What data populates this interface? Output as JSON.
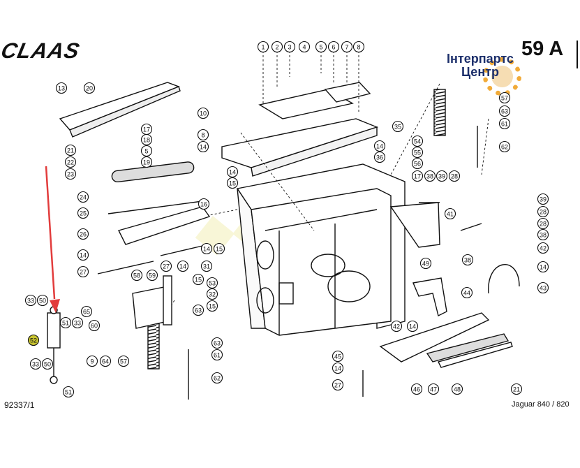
{
  "header": {
    "brand": "CLAAS",
    "page_code": "59 A",
    "badge_line1": "Інтерпартс",
    "badge_line2": "Центр"
  },
  "footer": {
    "drawing_number": "92337/1",
    "model": "Jaguar 840 / 820"
  },
  "callouts": [
    {
      "id": "c1",
      "label": "1"
    },
    {
      "id": "c2",
      "label": "2"
    },
    {
      "id": "c3",
      "label": "3"
    },
    {
      "id": "c4",
      "label": "4"
    },
    {
      "id": "c5",
      "label": "5"
    },
    {
      "id": "c6",
      "label": "6"
    },
    {
      "id": "c7",
      "label": "7"
    },
    {
      "id": "c8",
      "label": "8"
    },
    {
      "id": "c10",
      "label": "10"
    },
    {
      "id": "c8b",
      "label": "8"
    },
    {
      "id": "c14a",
      "label": "14"
    },
    {
      "id": "c13",
      "label": "13"
    },
    {
      "id": "c20",
      "label": "20"
    },
    {
      "id": "c17",
      "label": "17"
    },
    {
      "id": "c18",
      "label": "18"
    },
    {
      "id": "c5b",
      "label": "5"
    },
    {
      "id": "c21",
      "label": "21"
    },
    {
      "id": "c19",
      "label": "19"
    },
    {
      "id": "c22",
      "label": "22"
    },
    {
      "id": "c23",
      "label": "23"
    },
    {
      "id": "c35",
      "label": "35"
    },
    {
      "id": "c14b",
      "label": "14"
    },
    {
      "id": "c36",
      "label": "36"
    },
    {
      "id": "c54",
      "label": "54"
    },
    {
      "id": "c55",
      "label": "55"
    },
    {
      "id": "c56",
      "label": "56"
    },
    {
      "id": "c17b",
      "label": "17"
    },
    {
      "id": "c14c",
      "label": "14"
    },
    {
      "id": "c15a",
      "label": "15"
    },
    {
      "id": "c24",
      "label": "24"
    },
    {
      "id": "c25",
      "label": "25"
    },
    {
      "id": "c26",
      "label": "26"
    },
    {
      "id": "c16",
      "label": "16"
    },
    {
      "id": "c14d",
      "label": "14"
    },
    {
      "id": "c14e",
      "label": "14"
    },
    {
      "id": "c15b",
      "label": "15"
    },
    {
      "id": "c27a",
      "label": "27"
    },
    {
      "id": "c27b",
      "label": "27"
    },
    {
      "id": "c14f",
      "label": "14"
    },
    {
      "id": "c57a",
      "label": "57"
    },
    {
      "id": "c63a",
      "label": "63"
    },
    {
      "id": "c61a",
      "label": "61"
    },
    {
      "id": "c62a",
      "label": "62"
    },
    {
      "id": "c38a",
      "label": "38"
    },
    {
      "id": "c39a",
      "label": "39"
    },
    {
      "id": "c28a",
      "label": "28"
    },
    {
      "id": "c41",
      "label": "41"
    },
    {
      "id": "c39b",
      "label": "39"
    },
    {
      "id": "c28b",
      "label": "28"
    },
    {
      "id": "c28c",
      "label": "28"
    },
    {
      "id": "c38b",
      "label": "38"
    },
    {
      "id": "c42a",
      "label": "42"
    },
    {
      "id": "c38c",
      "label": "38"
    },
    {
      "id": "c14g",
      "label": "14"
    },
    {
      "id": "c43",
      "label": "43"
    },
    {
      "id": "c31",
      "label": "31"
    },
    {
      "id": "c53",
      "label": "53"
    },
    {
      "id": "c32",
      "label": "32"
    },
    {
      "id": "c15c",
      "label": "15"
    },
    {
      "id": "c58",
      "label": "58"
    },
    {
      "id": "c59",
      "label": "59"
    },
    {
      "id": "c15d",
      "label": "15"
    },
    {
      "id": "c63b",
      "label": "63"
    },
    {
      "id": "c65",
      "label": "65"
    },
    {
      "id": "c60",
      "label": "60"
    },
    {
      "id": "c9",
      "label": "9"
    },
    {
      "id": "c64",
      "label": "64"
    },
    {
      "id": "c57b",
      "label": "57"
    },
    {
      "id": "c63c",
      "label": "63"
    },
    {
      "id": "c61b",
      "label": "61"
    },
    {
      "id": "c62b",
      "label": "62"
    },
    {
      "id": "c33a",
      "label": "33"
    },
    {
      "id": "c50",
      "label": "50"
    },
    {
      "id": "c51a",
      "label": "51"
    },
    {
      "id": "c33b",
      "label": "33"
    },
    {
      "id": "c52",
      "label": "52"
    },
    {
      "id": "c33c",
      "label": "33"
    },
    {
      "id": "c50b",
      "label": "50"
    },
    {
      "id": "c51b",
      "label": "51"
    },
    {
      "id": "c49",
      "label": "49"
    },
    {
      "id": "c44",
      "label": "44"
    },
    {
      "id": "c42b",
      "label": "42"
    },
    {
      "id": "c14h",
      "label": "14"
    },
    {
      "id": "c45",
      "label": "45"
    },
    {
      "id": "c14i",
      "label": "14"
    },
    {
      "id": "c27c",
      "label": "27"
    },
    {
      "id": "c46",
      "label": "46"
    },
    {
      "id": "c47",
      "label": "47"
    },
    {
      "id": "c48",
      "label": "48"
    },
    {
      "id": "c21b",
      "label": "21"
    }
  ]
}
